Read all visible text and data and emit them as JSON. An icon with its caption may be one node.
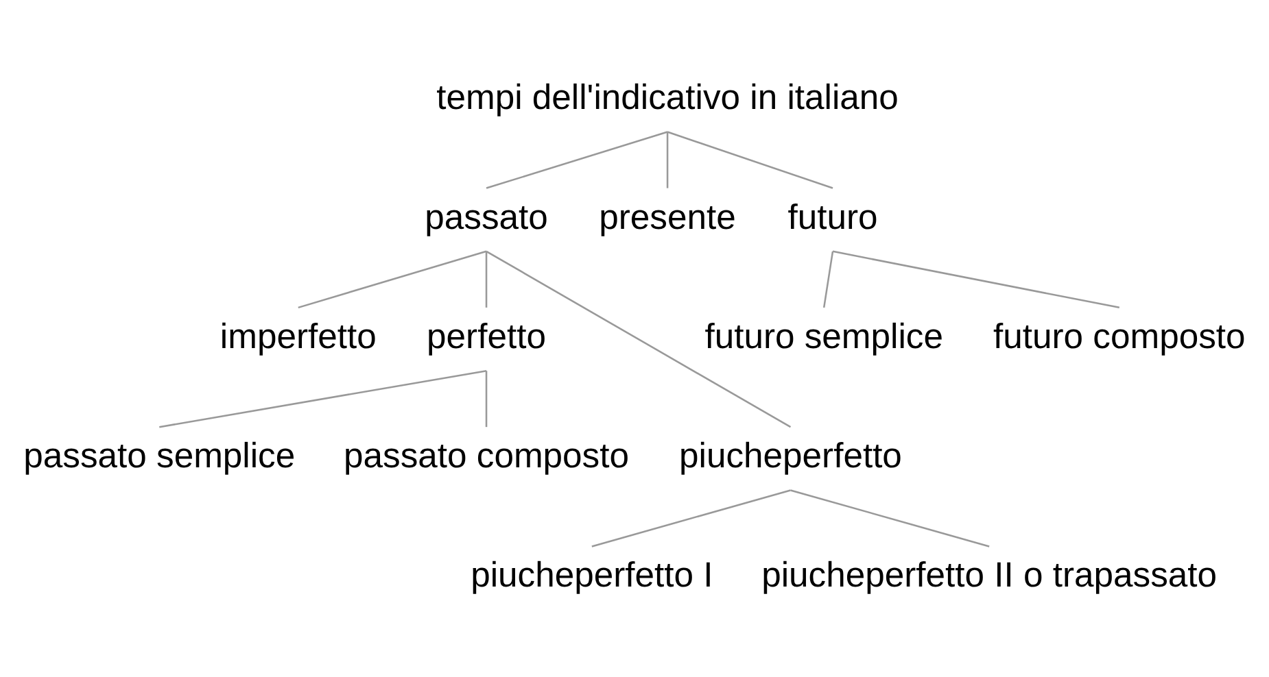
{
  "diagram": {
    "nodes": [
      {
        "text": [
          "tempi dell'indicativo in italiano"
        ]
      },
      {
        "text": [
          "passato"
        ]
      },
      {
        "text": [
          "presente"
        ]
      },
      {
        "text": [
          "futuro"
        ]
      },
      {
        "text": [
          "imperfetto"
        ]
      },
      {
        "text": [
          "perfetto"
        ]
      },
      {
        "text": [
          "piucheperfetto"
        ]
      },
      {
        "text": [
          "futuro semplice"
        ]
      },
      {
        "text": [
          "futuro composto"
        ]
      },
      {
        "text": [
          "passato semplice"
        ]
      },
      {
        "text": [
          "passato composto"
        ]
      },
      {
        "text": [
          "piucheperfetto I"
        ]
      },
      {
        "text": [
          "piucheperfetto II o trapassato"
        ]
      }
    ],
    "edges": [
      {
        "from": 0,
        "to": 1,
        "arrow": "none"
      },
      {
        "from": 0,
        "to": 2,
        "arrow": "none"
      },
      {
        "from": 0,
        "to": 3,
        "arrow": "none"
      },
      {
        "from": 1,
        "to": 4,
        "arrow": "none"
      },
      {
        "from": 1,
        "to": 5,
        "arrow": "none"
      },
      {
        "from": 1,
        "to": 6,
        "arrow": "none"
      },
      {
        "from": 3,
        "to": 7,
        "arrow": "none"
      },
      {
        "from": 3,
        "to": 8,
        "arrow": "none"
      },
      {
        "from": 5,
        "to": 9,
        "arrow": "none"
      },
      {
        "from": 5,
        "to": 10,
        "arrow": "none"
      },
      {
        "from": 6,
        "to": 11,
        "arrow": "none"
      },
      {
        "from": 6,
        "to": 12,
        "arrow": "none"
      }
    ]
  }
}
